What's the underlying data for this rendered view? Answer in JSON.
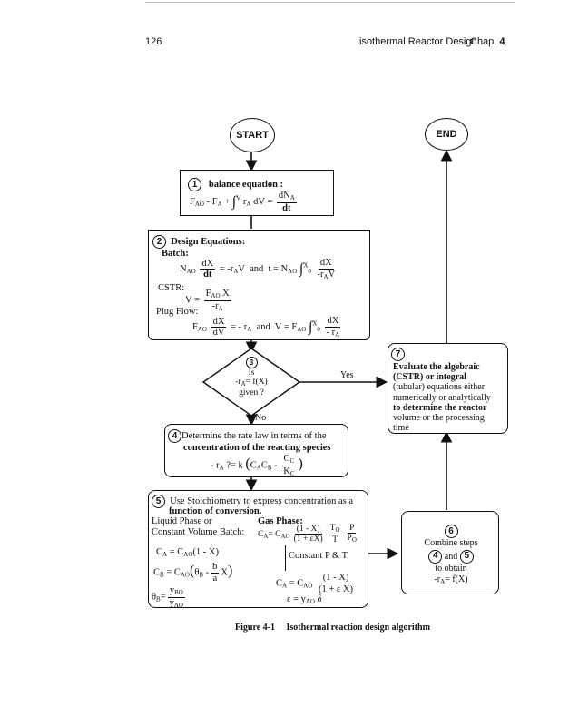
{
  "header": {
    "page_number": "126",
    "chapter_title": "isothermal Reactor Design",
    "chapter_prefix": "Chap.",
    "chapter_number": "4"
  },
  "flowchart": {
    "start_label": "START",
    "end_label": "END",
    "step1": {
      "number": "1",
      "title": "balance equation :",
      "equation": {
        "lhs_a": "F",
        "lhs_a_sub": "AO",
        "minus": "-",
        "lhs_b": "F",
        "lhs_b_sub": "A",
        "plus": "+",
        "integral_upper": "V",
        "integrand": "r",
        "integrand_sub": "A",
        "dv": "dV",
        "equals": "=",
        "rhs_num": "dN",
        "rhs_num_sub": "A",
        "rhs_den": "dt"
      }
    },
    "step2": {
      "number": "2",
      "title": "Design Equations:",
      "batch_label": "Batch:",
      "batch_eq": {
        "N": "N",
        "N_sub": "AO",
        "frac_num": "dX",
        "frac_den": "dt",
        "rhs": "= -r",
        "rhs_sub": "A",
        "rhs_tail": "V",
        "and": "and",
        "t_eq": "t = N",
        "t_sub": "AO",
        "int_upper": "X",
        "int_lower": "0",
        "int_num": "dX",
        "int_den": "-r",
        "int_den_sub": "A",
        "int_den_tail": "V"
      },
      "cstr_label": "CSTR:",
      "cstr_eq": {
        "lhs": "V =",
        "num": "F",
        "num_sub": "AO",
        "num_tail": "X",
        "den": "-r",
        "den_sub": "A"
      },
      "pfr_label": "Plug Flow:",
      "pfr_eq": {
        "F": "F",
        "F_sub": "AO",
        "frac_num": "dX",
        "frac_den": "dV",
        "rhs": "= - r",
        "rhs_sub": "A",
        "and": "and",
        "v_eq": "V = F",
        "v_sub": "AO",
        "int_upper": "X",
        "int_lower": "0",
        "int_num": "dX",
        "int_den": "- r",
        "int_den_sub": "A"
      }
    },
    "step3": {
      "number": "3",
      "line1": "Is",
      "line2_a": "-r",
      "line2_sub": "A",
      "line2_b": "= f(X)",
      "line3": "given ?",
      "yes_label": "Yes",
      "no_label": "No"
    },
    "step4": {
      "number": "4",
      "line1": "Determine the rate law in terms of the",
      "line2": "concentration of the reacting species",
      "eq_lhs": "- r",
      "eq_lhs_sub": "A",
      "eq_rel": "?=",
      "eq_k": "k",
      "eq_ca": "C",
      "eq_ca_sub": "A",
      "eq_cb": "C",
      "eq_cb_sub": "B",
      "eq_minus": "-",
      "eq_num": "C",
      "eq_num_sub": "C",
      "eq_den": "K",
      "eq_den_sub": "C"
    },
    "step5": {
      "number": "5",
      "line1": "Use Stoichiometry to express concentration as a",
      "line2": "function of conversion.",
      "liquid_label_1": "Liquid Phase or",
      "liquid_label_2": "Constant Volume Batch:",
      "liq_eq1": {
        "lhs": "C",
        "lhs_sub": "A",
        "rhs": "= C",
        "rhs_sub": "AO",
        "tail": "(1 - X)"
      },
      "liq_eq2": {
        "lhs": "C",
        "lhs_sub": "B",
        "rhs": "= C",
        "rhs_sub": "AO",
        "theta": "θ",
        "theta_sub": "B",
        "minus": "-",
        "num": "b",
        "den": "a",
        "x": "X"
      },
      "liq_eq3": {
        "lhs": "θ",
        "lhs_sub": "B",
        "eq": "=",
        "num": "y",
        "num_sub": "BO",
        "den": "y",
        "den_sub": "AO"
      },
      "gas_label": "Gas Phase:",
      "gas_eq1": {
        "lhs": "C",
        "lhs_sub": "A",
        "rhs": "= C",
        "rhs_sub": "AO",
        "num1": "(1 - X)",
        "den1": "(1 + εX)",
        "num2": "T",
        "num2_sub": "O",
        "den2": "T",
        "num3": "P",
        "den3": "P",
        "den3_sub": "O"
      },
      "const_label": "Constant P & T",
      "gas_eq2": {
        "lhs": "C",
        "lhs_sub": "A",
        "rhs": "= C",
        "rhs_sub": "AO",
        "num": "(1 - X)",
        "den": "(1 + ε X)"
      },
      "gas_eq3": {
        "lhs": "ε = y",
        "lhs_sub": "AO",
        "tail": "δ"
      }
    },
    "step6": {
      "number": "6",
      "line1": "Combine steps",
      "num_a": "4",
      "and": "and",
      "num_b": "5",
      "line3": "to obtain",
      "line4_a": "-r",
      "line4_sub": "A",
      "line4_b": "= f(X)"
    },
    "step7": {
      "number": "7",
      "line1": "Evaluate the algebraic",
      "line2": "(CSTR) or integral",
      "line3": "(tubular) equations either",
      "line4": "numerically or analytically",
      "line5": "to determine the reactor",
      "line6": "volume or the processing",
      "line7": "time"
    }
  },
  "caption": {
    "figure_label": "Figure 4-1",
    "text": "Isothermal reaction design algorithm"
  }
}
